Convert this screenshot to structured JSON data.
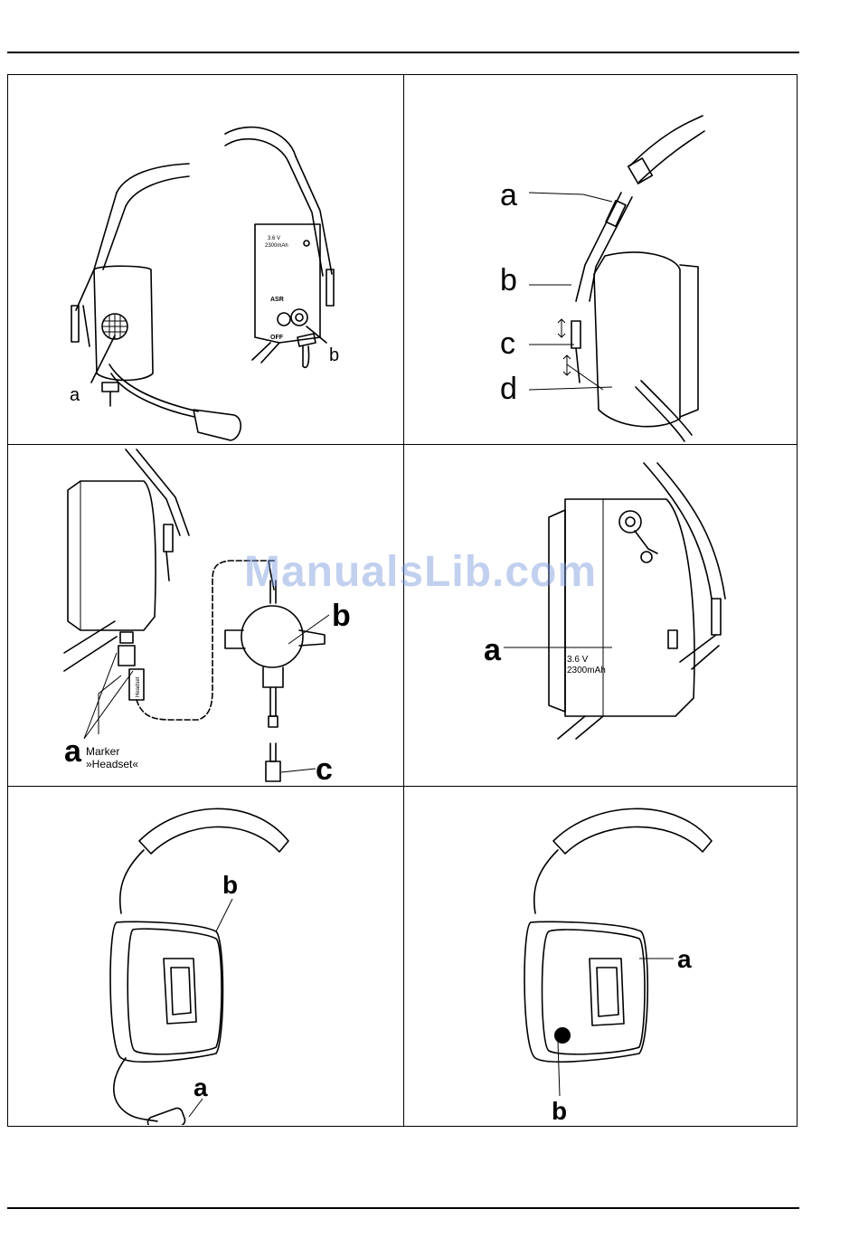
{
  "watermark": "ManualsLib.com",
  "panels": [
    {
      "id": "p1",
      "labels": {
        "a": "a",
        "b": "b"
      },
      "battery_text": [
        "3.6 V",
        "2300mAh"
      ],
      "switch_text": {
        "on": "ASR",
        "off": "OFF"
      }
    },
    {
      "id": "p2",
      "labels": {
        "a": "a",
        "b": "b",
        "c": "c",
        "d": "d"
      }
    },
    {
      "id": "p3",
      "labels": {
        "a": "a",
        "b": "b",
        "c": "c"
      },
      "marker_text": [
        "Marker",
        "»Headset«"
      ],
      "tag_text": "Headset"
    },
    {
      "id": "p4",
      "labels": {
        "a": "a"
      },
      "battery_text": [
        "3.6 V",
        "2300mAh"
      ]
    },
    {
      "id": "p5",
      "labels": {
        "a": "a",
        "b": "b"
      }
    },
    {
      "id": "p6",
      "labels": {
        "a": "a",
        "b": "b"
      }
    }
  ]
}
